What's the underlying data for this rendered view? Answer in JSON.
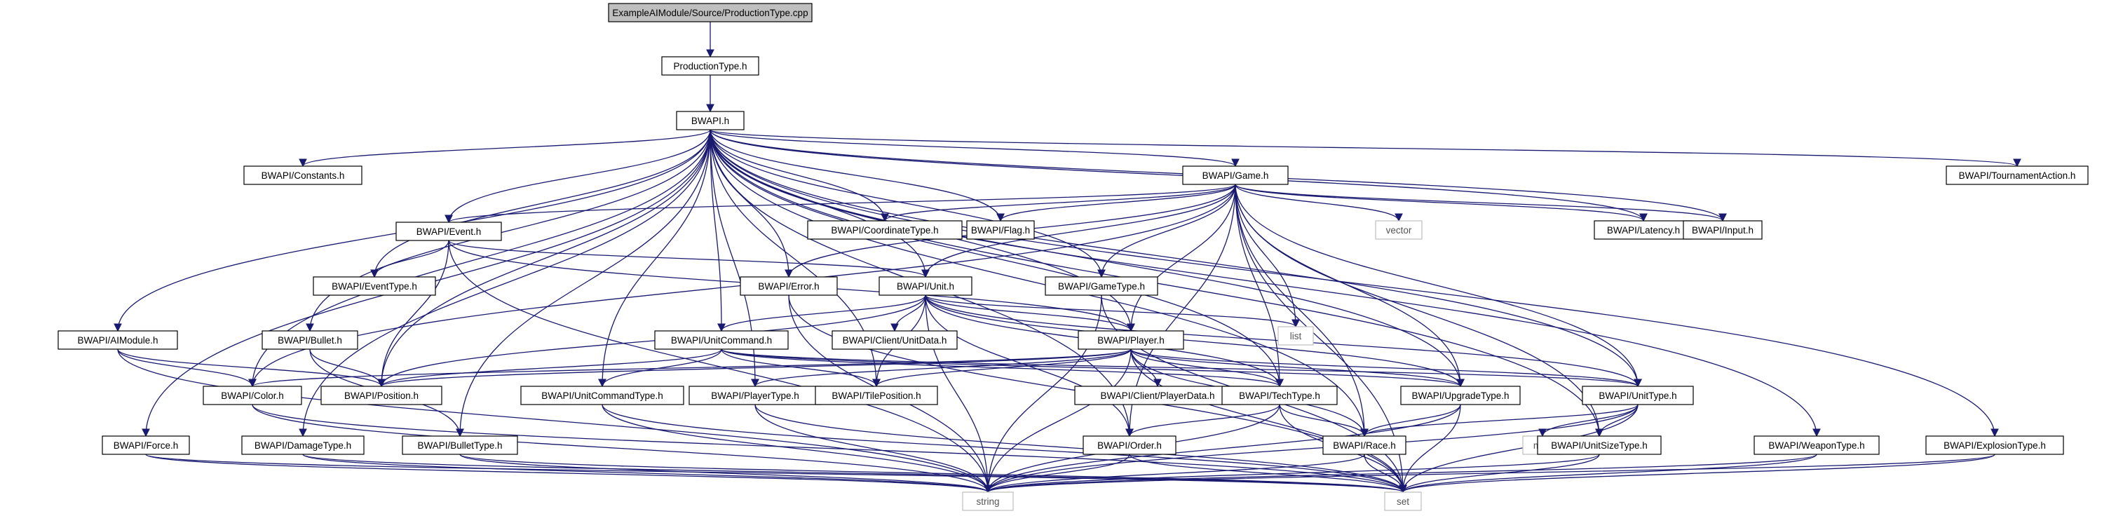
{
  "title_node": "ExampleAIModule/Source/ProductionType.cpp",
  "nodes": [
    {
      "id": "root",
      "label": "ExampleAIModule/Source/ProductionType.cpp",
      "kind": "root"
    },
    {
      "id": "pt",
      "label": "ProductionType.h",
      "kind": "file"
    },
    {
      "id": "bwapi",
      "label": "BWAPI.h",
      "kind": "file"
    },
    {
      "id": "constants",
      "label": "BWAPI/Constants.h",
      "kind": "file"
    },
    {
      "id": "game",
      "label": "BWAPI/Game.h",
      "kind": "file"
    },
    {
      "id": "tournament",
      "label": "BWAPI/TournamentAction.h",
      "kind": "file"
    },
    {
      "id": "event",
      "label": "BWAPI/Event.h",
      "kind": "file"
    },
    {
      "id": "coord",
      "label": "BWAPI/CoordinateType.h",
      "kind": "file"
    },
    {
      "id": "flag",
      "label": "BWAPI/Flag.h",
      "kind": "file"
    },
    {
      "id": "vector",
      "label": "vector",
      "kind": "ext"
    },
    {
      "id": "latency",
      "label": "BWAPI/Latency.h",
      "kind": "file"
    },
    {
      "id": "input",
      "label": "BWAPI/Input.h",
      "kind": "file"
    },
    {
      "id": "eventtype",
      "label": "BWAPI/EventType.h",
      "kind": "file"
    },
    {
      "id": "error",
      "label": "BWAPI/Error.h",
      "kind": "file"
    },
    {
      "id": "unit",
      "label": "BWAPI/Unit.h",
      "kind": "file"
    },
    {
      "id": "gametype",
      "label": "BWAPI/GameType.h",
      "kind": "file"
    },
    {
      "id": "list",
      "label": "list",
      "kind": "ext"
    },
    {
      "id": "aimodule",
      "label": "BWAPI/AIModule.h",
      "kind": "file"
    },
    {
      "id": "bullet",
      "label": "BWAPI/Bullet.h",
      "kind": "file"
    },
    {
      "id": "unitcommand",
      "label": "BWAPI/UnitCommand.h",
      "kind": "file"
    },
    {
      "id": "unitdata",
      "label": "BWAPI/Client/UnitData.h",
      "kind": "file"
    },
    {
      "id": "player",
      "label": "BWAPI/Player.h",
      "kind": "file"
    },
    {
      "id": "color",
      "label": "BWAPI/Color.h",
      "kind": "file"
    },
    {
      "id": "position",
      "label": "BWAPI/Position.h",
      "kind": "file"
    },
    {
      "id": "uctype",
      "label": "BWAPI/UnitCommandType.h",
      "kind": "file"
    },
    {
      "id": "playertype",
      "label": "BWAPI/PlayerType.h",
      "kind": "file"
    },
    {
      "id": "tileposition",
      "label": "BWAPI/TilePosition.h",
      "kind": "file"
    },
    {
      "id": "playerdata",
      "label": "BWAPI/Client/PlayerData.h",
      "kind": "file"
    },
    {
      "id": "techtype",
      "label": "BWAPI/TechType.h",
      "kind": "file"
    },
    {
      "id": "upgradetype",
      "label": "BWAPI/UpgradeType.h",
      "kind": "file"
    },
    {
      "id": "unittype",
      "label": "BWAPI/UnitType.h",
      "kind": "file"
    },
    {
      "id": "force",
      "label": "BWAPI/Force.h",
      "kind": "file"
    },
    {
      "id": "damagetype",
      "label": "BWAPI/DamageType.h",
      "kind": "file"
    },
    {
      "id": "bullettype",
      "label": "BWAPI/BulletType.h",
      "kind": "file"
    },
    {
      "id": "order",
      "label": "BWAPI/Order.h",
      "kind": "file"
    },
    {
      "id": "race",
      "label": "BWAPI/Race.h",
      "kind": "file"
    },
    {
      "id": "map",
      "label": "map",
      "kind": "ext"
    },
    {
      "id": "unitsizetype",
      "label": "BWAPI/UnitSizeType.h",
      "kind": "file"
    },
    {
      "id": "weapontype",
      "label": "BWAPI/WeaponType.h",
      "kind": "file"
    },
    {
      "id": "explosiontype",
      "label": "BWAPI/ExplosionType.h",
      "kind": "file"
    },
    {
      "id": "string",
      "label": "string",
      "kind": "ext"
    },
    {
      "id": "set",
      "label": "set",
      "kind": "ext"
    }
  ],
  "edges": [
    [
      "root",
      "pt"
    ],
    [
      "pt",
      "bwapi"
    ],
    [
      "bwapi",
      "constants"
    ],
    [
      "bwapi",
      "game"
    ],
    [
      "bwapi",
      "tournament"
    ],
    [
      "bwapi",
      "event"
    ],
    [
      "bwapi",
      "coord"
    ],
    [
      "bwapi",
      "flag"
    ],
    [
      "bwapi",
      "latency"
    ],
    [
      "bwapi",
      "input"
    ],
    [
      "bwapi",
      "eventtype"
    ],
    [
      "bwapi",
      "error"
    ],
    [
      "bwapi",
      "unit"
    ],
    [
      "bwapi",
      "gametype"
    ],
    [
      "bwapi",
      "aimodule"
    ],
    [
      "bwapi",
      "bullet"
    ],
    [
      "bwapi",
      "unitcommand"
    ],
    [
      "bwapi",
      "player"
    ],
    [
      "bwapi",
      "color"
    ],
    [
      "bwapi",
      "position"
    ],
    [
      "bwapi",
      "uctype"
    ],
    [
      "bwapi",
      "playertype"
    ],
    [
      "bwapi",
      "tileposition"
    ],
    [
      "bwapi",
      "techtype"
    ],
    [
      "bwapi",
      "upgradetype"
    ],
    [
      "bwapi",
      "unittype"
    ],
    [
      "bwapi",
      "force"
    ],
    [
      "bwapi",
      "damagetype"
    ],
    [
      "bwapi",
      "bullettype"
    ],
    [
      "bwapi",
      "order"
    ],
    [
      "bwapi",
      "race"
    ],
    [
      "bwapi",
      "unitsizetype"
    ],
    [
      "bwapi",
      "weapontype"
    ],
    [
      "bwapi",
      "explosiontype"
    ],
    [
      "game",
      "event"
    ],
    [
      "game",
      "coord"
    ],
    [
      "game",
      "flag"
    ],
    [
      "game",
      "vector"
    ],
    [
      "game",
      "latency"
    ],
    [
      "game",
      "input"
    ],
    [
      "game",
      "error"
    ],
    [
      "game",
      "unit"
    ],
    [
      "game",
      "gametype"
    ],
    [
      "game",
      "list"
    ],
    [
      "game",
      "player"
    ],
    [
      "game",
      "color"
    ],
    [
      "game",
      "techtype"
    ],
    [
      "game",
      "upgradetype"
    ],
    [
      "game",
      "unittype"
    ],
    [
      "game",
      "order"
    ],
    [
      "game",
      "race"
    ],
    [
      "game",
      "unitsizetype"
    ],
    [
      "game",
      "set"
    ],
    [
      "event",
      "eventtype"
    ],
    [
      "event",
      "unit"
    ],
    [
      "event",
      "player"
    ],
    [
      "event",
      "position"
    ],
    [
      "event",
      "string"
    ],
    [
      "unit",
      "list"
    ],
    [
      "unit",
      "unitcommand"
    ],
    [
      "unit",
      "unitdata"
    ],
    [
      "unit",
      "player"
    ],
    [
      "unit",
      "order"
    ],
    [
      "unit",
      "techtype"
    ],
    [
      "unit",
      "upgradetype"
    ],
    [
      "unit",
      "unittype"
    ],
    [
      "unit",
      "position"
    ],
    [
      "unit",
      "tileposition"
    ],
    [
      "unit",
      "string"
    ],
    [
      "error",
      "string"
    ],
    [
      "error",
      "set"
    ],
    [
      "gametype",
      "string"
    ],
    [
      "gametype",
      "set"
    ],
    [
      "aimodule",
      "color"
    ],
    [
      "aimodule",
      "position"
    ],
    [
      "aimodule",
      "string"
    ],
    [
      "bullet",
      "position"
    ],
    [
      "bullet",
      "bullettype"
    ],
    [
      "unitcommand",
      "uctype"
    ],
    [
      "unitcommand",
      "position"
    ],
    [
      "unitcommand",
      "tileposition"
    ],
    [
      "unitcommand",
      "techtype"
    ],
    [
      "unitcommand",
      "upgradetype"
    ],
    [
      "unitcommand",
      "unittype"
    ],
    [
      "player",
      "color"
    ],
    [
      "player",
      "playertype"
    ],
    [
      "player",
      "tileposition"
    ],
    [
      "player",
      "playerdata"
    ],
    [
      "player",
      "techtype"
    ],
    [
      "player",
      "upgradetype"
    ],
    [
      "player",
      "unittype"
    ],
    [
      "player",
      "race"
    ],
    [
      "player",
      "set"
    ],
    [
      "player",
      "string"
    ],
    [
      "player",
      "position"
    ],
    [
      "color",
      "string"
    ],
    [
      "color",
      "set"
    ],
    [
      "uctype",
      "string"
    ],
    [
      "uctype",
      "set"
    ],
    [
      "playertype",
      "string"
    ],
    [
      "playertype",
      "set"
    ],
    [
      "techtype",
      "order"
    ],
    [
      "techtype",
      "race"
    ],
    [
      "techtype",
      "string"
    ],
    [
      "techtype",
      "set"
    ],
    [
      "upgradetype",
      "race"
    ],
    [
      "upgradetype",
      "string"
    ],
    [
      "upgradetype",
      "set"
    ],
    [
      "unittype",
      "race"
    ],
    [
      "unittype",
      "unitsizetype"
    ],
    [
      "unittype",
      "map"
    ],
    [
      "unittype",
      "string"
    ],
    [
      "unittype",
      "set"
    ],
    [
      "force",
      "string"
    ],
    [
      "force",
      "set"
    ],
    [
      "damagetype",
      "string"
    ],
    [
      "damagetype",
      "set"
    ],
    [
      "bullettype",
      "string"
    ],
    [
      "bullettype",
      "set"
    ],
    [
      "order",
      "string"
    ],
    [
      "order",
      "set"
    ],
    [
      "race",
      "string"
    ],
    [
      "race",
      "set"
    ],
    [
      "unitsizetype",
      "string"
    ],
    [
      "unitsizetype",
      "set"
    ],
    [
      "weapontype",
      "string"
    ],
    [
      "weapontype",
      "set"
    ],
    [
      "explosiontype",
      "string"
    ],
    [
      "explosiontype",
      "set"
    ]
  ],
  "colors": {
    "edge": "#191970",
    "root_fill": "#bfbfbf",
    "file_fill": "#ffffff",
    "file_border": "#000000",
    "ext_border": "#bfbfbf"
  }
}
